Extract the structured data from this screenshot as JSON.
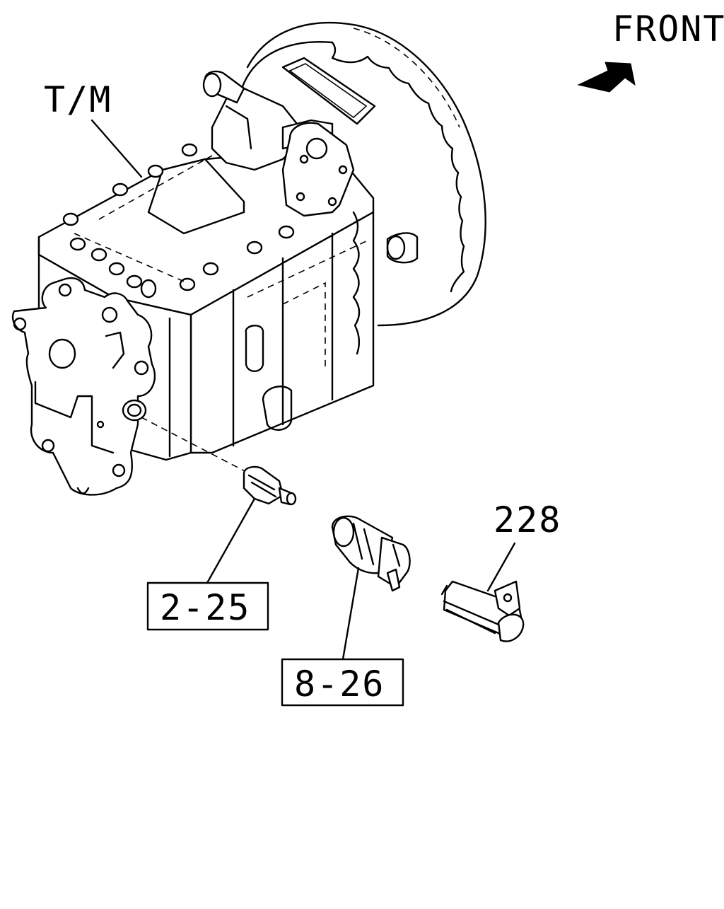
{
  "orientation": {
    "label": "FRONT",
    "arrow_icon": "direction-arrow-icon"
  },
  "labels": {
    "transmission": "T/M",
    "part_228": "228",
    "ref_2_25": "2-25",
    "ref_8_26": "8-26"
  }
}
